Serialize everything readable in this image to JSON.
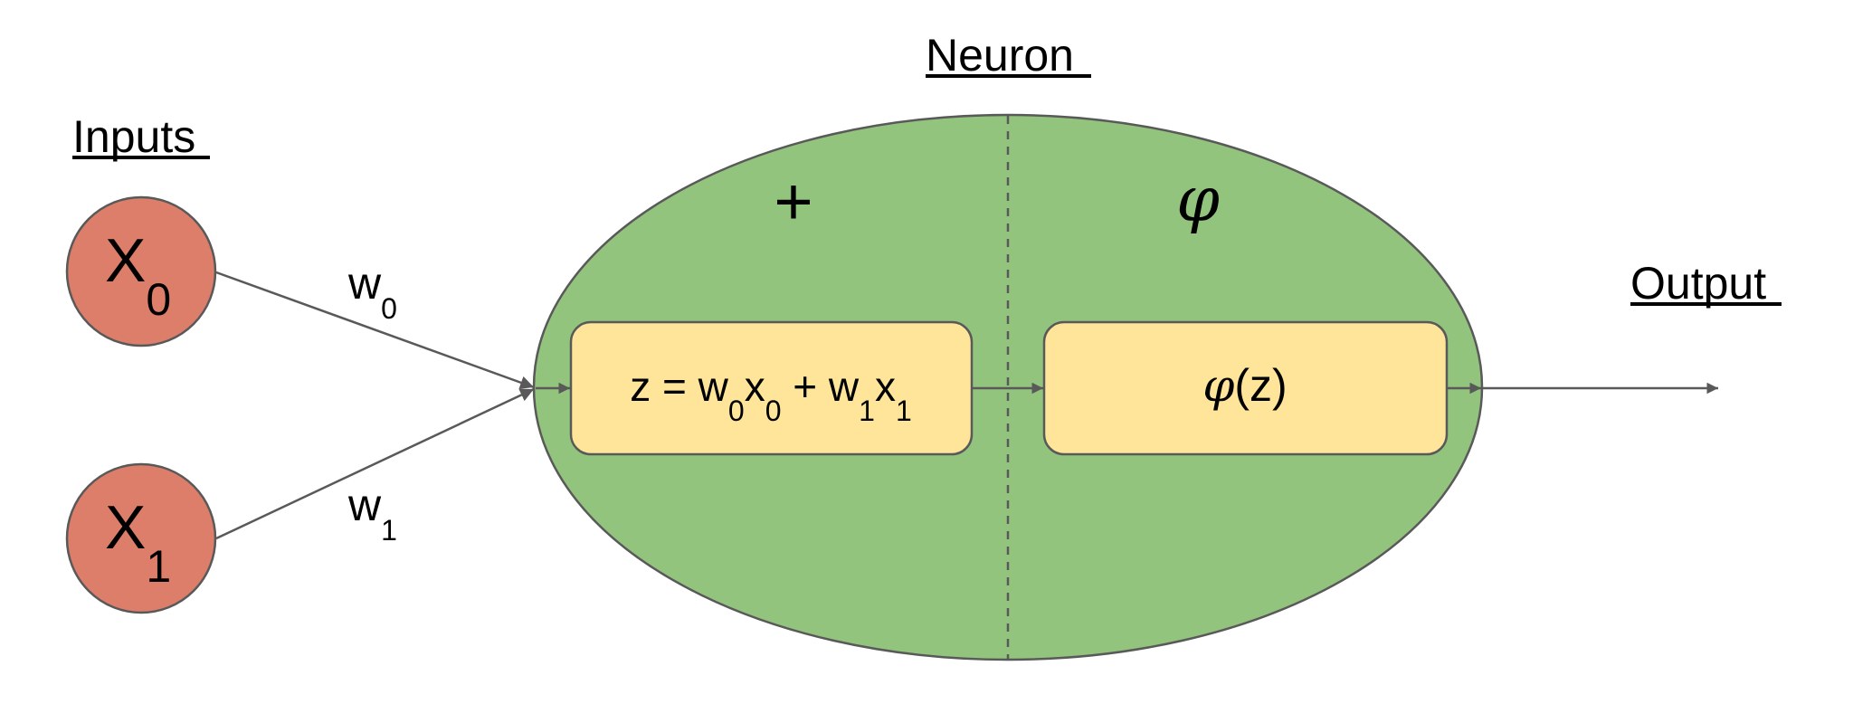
{
  "diagram": {
    "title": "Neuron",
    "sections": {
      "inputs": "Inputs",
      "output": "Output"
    },
    "inputs": [
      {
        "base": "X",
        "sub": "0",
        "weight_base": "w",
        "weight_sub": "0"
      },
      {
        "base": "X",
        "sub": "1",
        "weight_base": "w",
        "weight_sub": "1"
      }
    ],
    "neuron": {
      "sum_symbol": "+",
      "activation_symbol": "φ",
      "sum_formula": {
        "parts": [
          {
            "t": "z = w"
          },
          {
            "s": "0"
          },
          {
            "t": "x"
          },
          {
            "s": "0"
          },
          {
            "t": " + w"
          },
          {
            "s": "1"
          },
          {
            "t": "x"
          },
          {
            "s": "1"
          }
        ]
      },
      "activation_formula": {
        "phi": "φ",
        "rest": "(z)"
      }
    },
    "colors": {
      "input_fill": "#DD7E6B",
      "neuron_fill": "#93C47D",
      "box_fill": "#FFE599",
      "stroke": "#595959"
    }
  }
}
